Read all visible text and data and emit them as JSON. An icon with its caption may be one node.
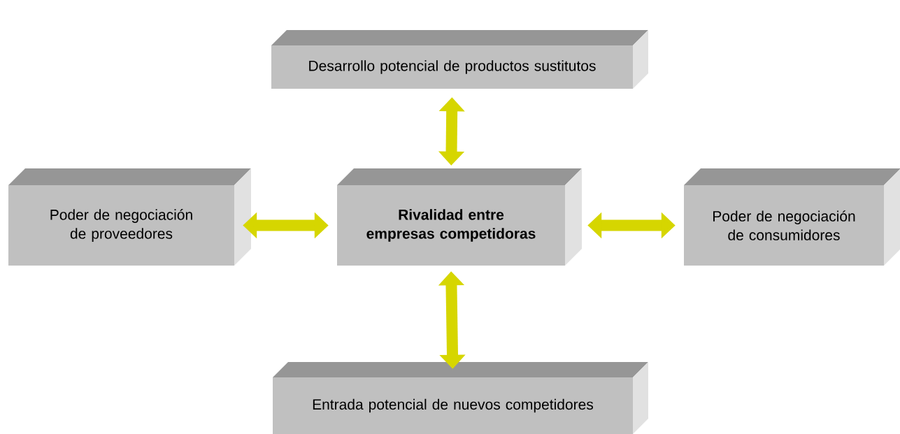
{
  "diagram": {
    "nodes": [
      {
        "text": [
          "Desarrollo potencial de productos sustitutos"
        ]
      },
      {
        "text": [
          "Poder de negociación de proveedores"
        ]
      },
      {
        "text": [
          "Rivalidad entre empresas competidoras"
        ]
      },
      {
        "text": [
          "Poder de negociación de consumidores"
        ]
      },
      {
        "text": [
          "Entrada potencial de nuevos competidores"
        ]
      }
    ],
    "edges": [
      {
        "from": 2,
        "to": 0,
        "arrow": "both"
      },
      {
        "from": 2,
        "to": 1,
        "arrow": "both"
      },
      {
        "from": 2,
        "to": 3,
        "arrow": "both"
      },
      {
        "from": 2,
        "to": 4,
        "arrow": "both"
      }
    ]
  }
}
